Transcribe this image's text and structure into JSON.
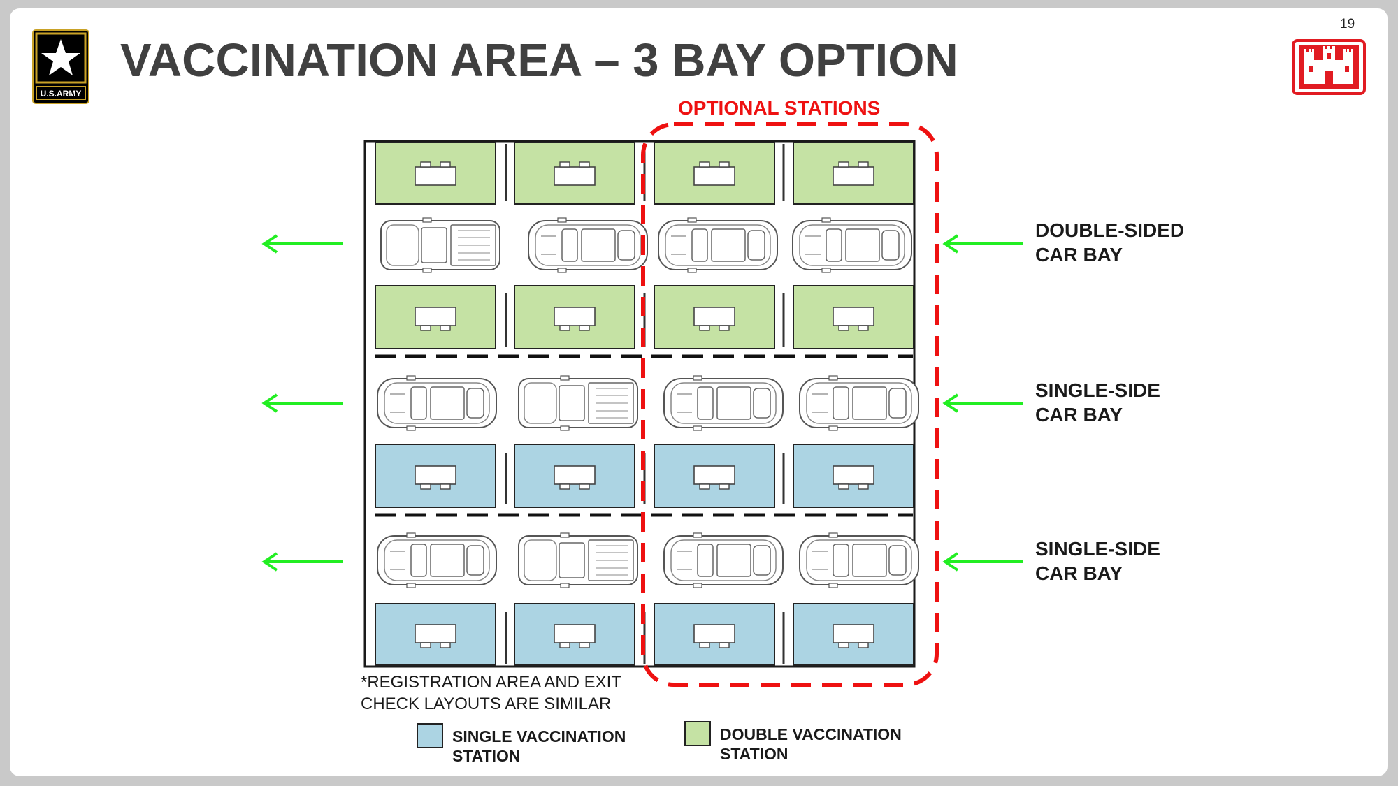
{
  "header": {
    "title": "VACCINATION AREA – 3 BAY OPTION",
    "page_number": "19",
    "army_logo_text": "U.S.ARMY",
    "army_logo_icon": "army-star-icon",
    "usace_logo_icon": "castle-icon"
  },
  "diagram": {
    "optional_label": "OPTIONAL STATIONS",
    "bays": [
      {
        "label_line1": "DOUBLE-SIDED",
        "label_line2": "CAR BAY"
      },
      {
        "label_line1": "SINGLE-SIDE",
        "label_line2": "CAR BAY"
      },
      {
        "label_line1": "SINGLE-SIDE",
        "label_line2": "CAR BAY"
      }
    ],
    "note_line1": "*REGISTRATION AREA AND EXIT",
    "note_line2": "CHECK LAYOUTS ARE SIMILAR",
    "colors": {
      "single_station": "#acd4e3",
      "double_station": "#c5e2a4",
      "arrow": "#22ee22",
      "optional_outline": "#ee1111"
    }
  },
  "legend": {
    "single_line1": "SINGLE VACCINATION",
    "single_line2": "STATION",
    "double_line1": "DOUBLE VACCINATION",
    "double_line2": "STATION"
  }
}
